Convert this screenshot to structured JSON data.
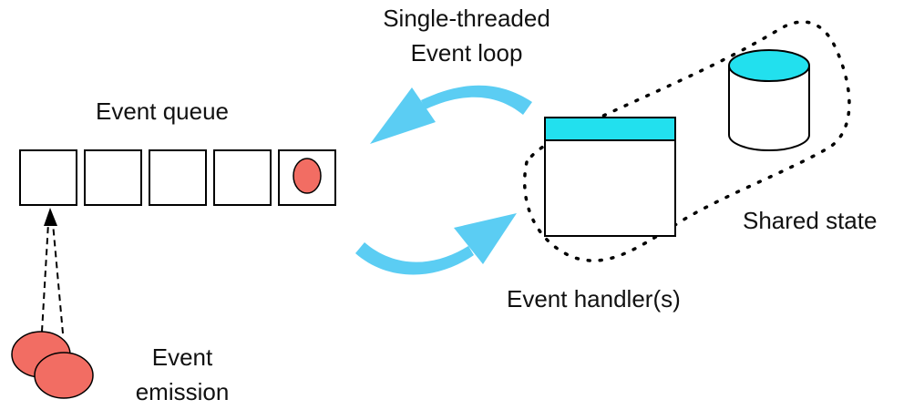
{
  "labels": {
    "event_loop_line1": "Single-threaded",
    "event_loop_line2": "Event loop",
    "event_queue": "Event queue",
    "shared_state": "Shared state",
    "event_handlers": "Event handler(s)",
    "event_emission_line1": "Event",
    "event_emission_line2": "emission"
  },
  "colors": {
    "arrow": "#5bcdf3",
    "token": "#f26d63",
    "handler_bar": "#22e0ee",
    "cylinder_top": "#22e0ee",
    "outline": "#000000"
  },
  "queue": {
    "slot_count": 5,
    "occupied_slot": 5
  },
  "icons": {
    "loop_arrow_top": "curved-arrow-left-icon",
    "loop_arrow_bottom": "curved-arrow-right-icon",
    "store": "cylinder-icon",
    "handler": "window-icon",
    "emitted_event": "ellipse-icon"
  }
}
